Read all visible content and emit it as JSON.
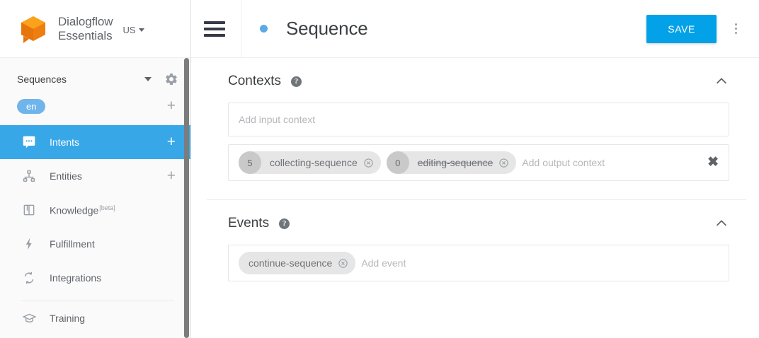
{
  "sidebar": {
    "brand": {
      "name_line1": "Dialogflow",
      "name_line2": "Essentials",
      "region": "US",
      "logo_icon": "dialogflow-cube-logo"
    },
    "agent": {
      "name": "Sequences",
      "caret_icon": "caret-down-icon",
      "settings_icon": "gear-icon"
    },
    "language": {
      "code": "en",
      "add_icon": "plus-icon"
    },
    "items": [
      {
        "label": "Intents",
        "icon": "speech-bubble-icon",
        "active": true,
        "add": "+"
      },
      {
        "label": "Entities",
        "icon": "sitemap-icon",
        "active": false,
        "add": "+"
      },
      {
        "label": "Knowledge",
        "icon": "book-icon",
        "active": false,
        "sup": "[beta]"
      },
      {
        "label": "Fulfillment",
        "icon": "lightning-bolt-icon",
        "active": false
      },
      {
        "label": "Integrations",
        "icon": "sync-arrows-icon",
        "active": false
      },
      {
        "label": "Training",
        "icon": "graduation-cap-icon",
        "active": false
      }
    ]
  },
  "topbar": {
    "menu_icon": "hamburger-menu-icon",
    "status_dot": "status-dot-blue",
    "title": "Sequence",
    "save_label": "SAVE",
    "more_icon": "kebab-menu-icon"
  },
  "contexts": {
    "title": "Contexts",
    "help_icon": "help-question-icon",
    "collapse_icon": "chevron-up-icon",
    "input_placeholder": "Add input context",
    "output_placeholder": "Add output context",
    "clear_icon": "close-x-icon",
    "output_chips": [
      {
        "lifespan": "5",
        "label": "collecting-sequence",
        "expired": false,
        "remove_icon": "chip-remove-icon"
      },
      {
        "lifespan": "0",
        "label": "editing-sequence",
        "expired": true,
        "remove_icon": "chip-remove-icon"
      }
    ]
  },
  "events": {
    "title": "Events",
    "help_icon": "help-question-icon",
    "collapse_icon": "chevron-up-icon",
    "placeholder": "Add event",
    "chips": [
      {
        "label": "continue-sequence",
        "remove_icon": "chip-remove-icon"
      }
    ]
  },
  "colors": {
    "accent_blue": "#03A2E8",
    "nav_active": "#38A7E8",
    "lang_pill": "#6FB5EC",
    "logo_orange": "#EF7E10"
  }
}
